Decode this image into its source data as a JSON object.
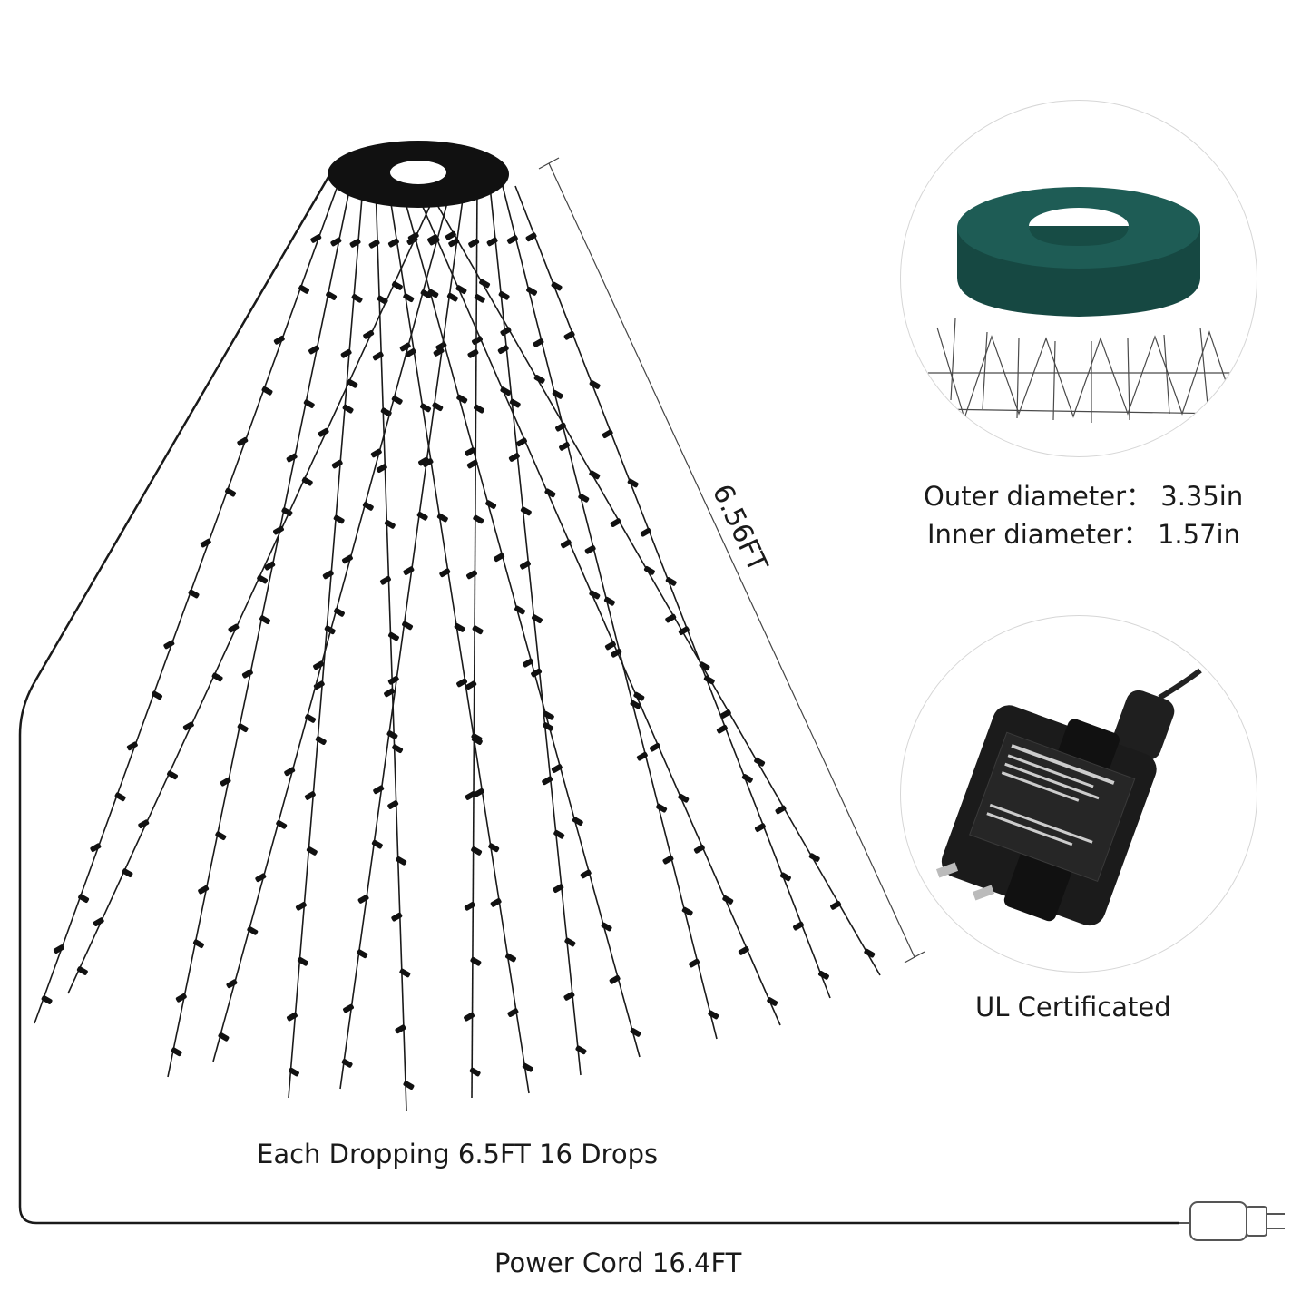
{
  "labels": {
    "height": "6.56FT",
    "outer_diameter": "Outer diameter： 3.35in",
    "inner_diameter": "Inner diameter： 1.57in",
    "ul": "UL Certificated",
    "drops": "Each Dropping 6.5FT 16 Drops",
    "power_cord": "Power Cord 16.4FT"
  },
  "colors": {
    "wire": "#1a1a1a",
    "ring_green": "#1e5c55",
    "ring_green_dark": "#164842",
    "adapter_body": "#1b1b1b"
  },
  "icons": [
    "ring-top-icon",
    "power-adapter-icon",
    "plug-connector-icon"
  ]
}
